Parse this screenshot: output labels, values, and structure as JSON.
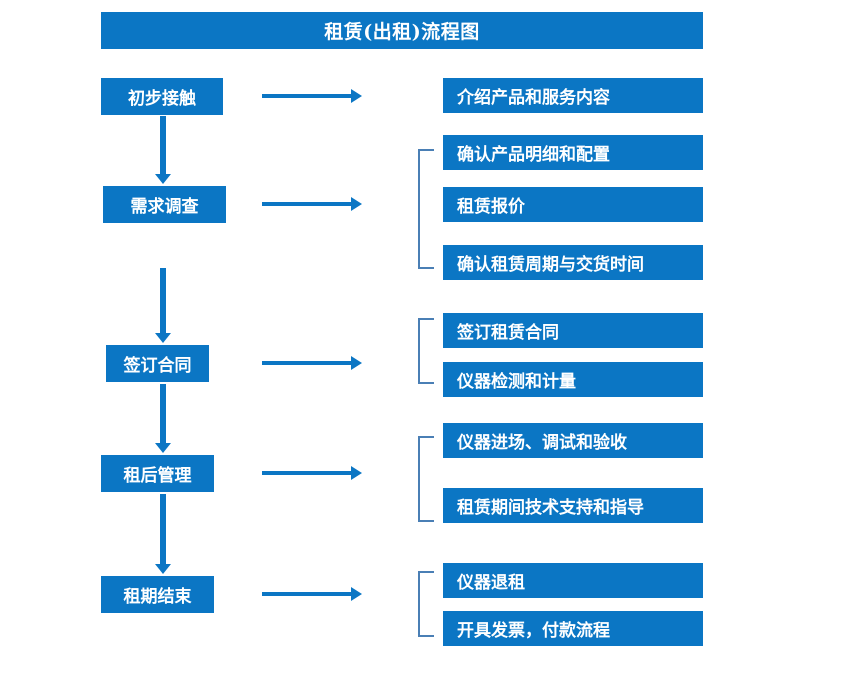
{
  "diagram": {
    "title": "租赁(出租)流程图",
    "accent_color": "#0b76c4",
    "bracket_color": "#4a7fb5",
    "text_color": "#ffffff",
    "background_color": "#ffffff"
  },
  "stages": [
    {
      "label": "初步接触"
    },
    {
      "label": "需求调查"
    },
    {
      "label": "签订合同"
    },
    {
      "label": "租后管理"
    },
    {
      "label": "租期结束"
    }
  ],
  "details": {
    "group1": [
      {
        "label": "介绍产品和服务内容"
      }
    ],
    "group2": [
      {
        "label": "确认产品明细和配置"
      },
      {
        "label": "租赁报价"
      },
      {
        "label": "确认租赁周期与交货时间"
      }
    ],
    "group3": [
      {
        "label": "签订租赁合同"
      },
      {
        "label": "仪器检测和计量"
      }
    ],
    "group4": [
      {
        "label": "仪器进场、调试和验收"
      },
      {
        "label": "租赁期间技术支持和指导"
      }
    ],
    "group5": [
      {
        "label": "仪器退租"
      },
      {
        "label": "开具发票，付款流程"
      }
    ]
  },
  "connectors": {
    "arrow_right_name": "arrow-right",
    "arrow_down_name": "arrow-down",
    "bracket_name": "group-bracket"
  }
}
